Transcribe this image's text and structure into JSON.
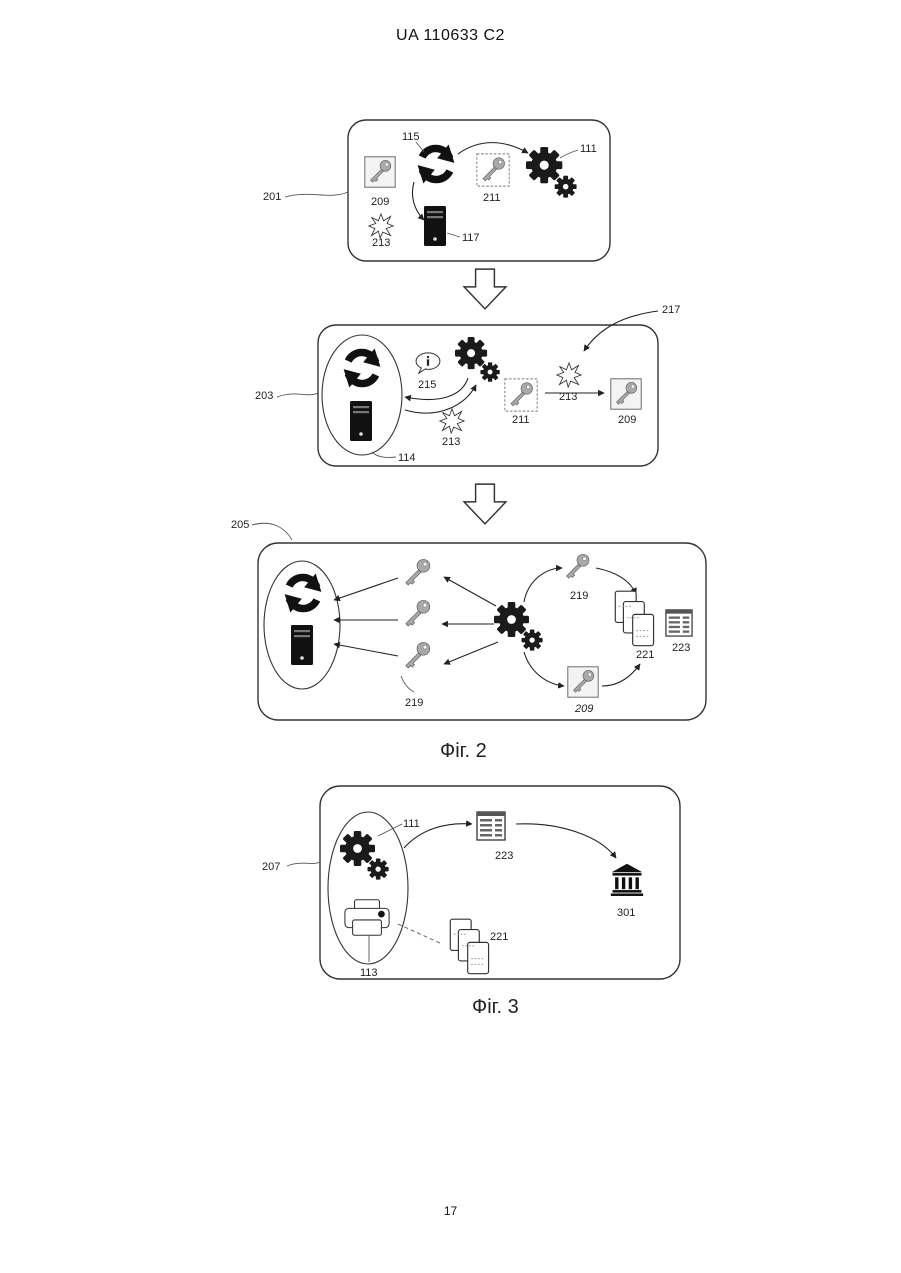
{
  "header": {
    "text": "UA   110633   C2"
  },
  "page_number": "17",
  "figures": {
    "fig2_caption": "Фіг. 2",
    "fig3_caption": "Фіг. 3"
  },
  "labels": {
    "p1": {
      "box": "201",
      "sync": "115",
      "gears": "111",
      "key_box": "209",
      "key_dashed": "211",
      "burst": "213",
      "server": "117"
    },
    "p2": {
      "box": "203",
      "info": "215",
      "burst_label": "217",
      "burst_top": "213",
      "burst_bottom": "213",
      "key_dashed": "211",
      "key_box": "209",
      "ellipse": "114"
    },
    "p3": {
      "box": "205",
      "key_top": "219",
      "key_bottom": "219",
      "docs": "221",
      "report": "223",
      "key_box": "209"
    },
    "p4": {
      "box": "207",
      "gears": "111",
      "report": "223",
      "bank": "301",
      "docs": "221",
      "printer": "113"
    }
  },
  "icons": [
    "sync-icon",
    "gears-icon",
    "key-icon",
    "server-icon",
    "burst-icon",
    "info-icon",
    "documents-icon",
    "report-icon",
    "bank-icon",
    "printer-icon",
    "down-arrow-icon"
  ]
}
